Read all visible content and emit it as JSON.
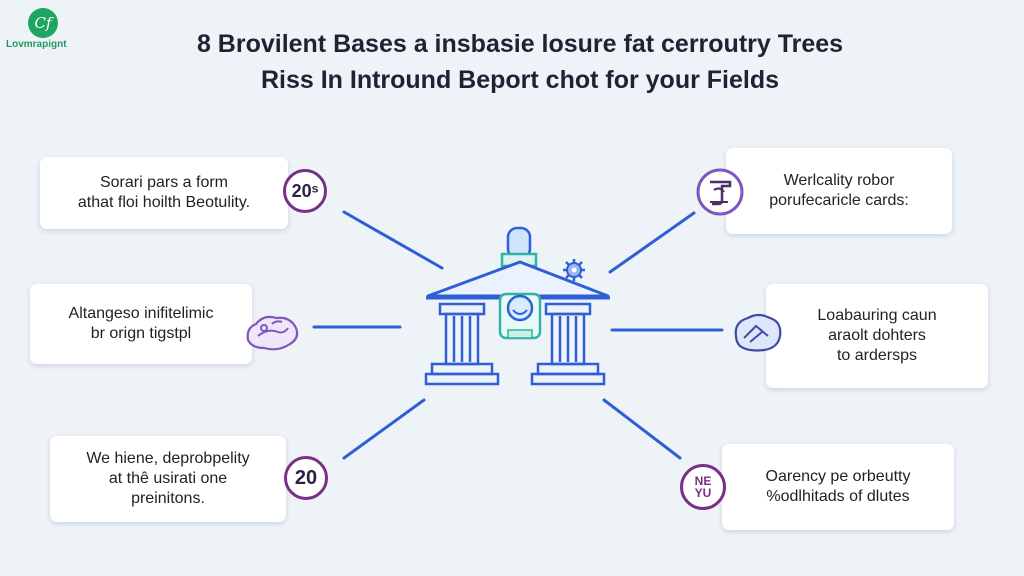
{
  "logo": {
    "mark": "Cf",
    "text": "Lovmrapignt"
  },
  "title": {
    "line1": "8 Brovilent Bases a insbasie losure fat cerroutry Trees",
    "line2": "Riss In Intround Beport chot for your Fields"
  },
  "cards": [
    {
      "lines": [
        "Sorari pars a form",
        "athat floi hoilth Beotulity."
      ]
    },
    {
      "lines": [
        "Altangeso inifitelimic",
        "br orign tigstpl"
      ]
    },
    {
      "lines": [
        "We hiene, deprobpelity",
        "at thê usirati one",
        "preinitons."
      ]
    },
    {
      "lines": [
        "Werlcality robor",
        "porufecaricle cards:"
      ]
    },
    {
      "lines": [
        "Loabauring caun",
        "araolt dohters",
        "to ardersps"
      ]
    },
    {
      "lines": [
        "Oarency pe orbeutty",
        "%odlhitads of dlutes"
      ]
    }
  ],
  "badges": {
    "top_left": "20ˢ",
    "bottom_left": "20",
    "bottom_right": "NE YU"
  },
  "icons": {
    "center": "classical-building-icon",
    "top_right": "scroll-emblem-icon",
    "middle_left": "hand-holding-plant-icon",
    "middle_right": "crumpled-leaf-icon",
    "gear": "gear-icon"
  },
  "colors": {
    "line": "#2f5fd6",
    "badge_border": "#7a2f86",
    "logo": "#1fa663",
    "teal": "#2cb5a6",
    "purple": "#7d58b8"
  }
}
